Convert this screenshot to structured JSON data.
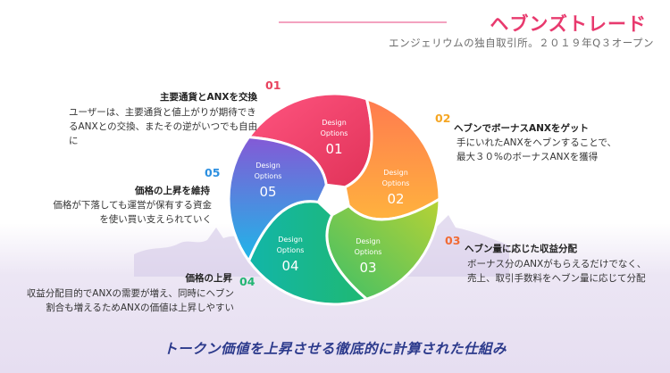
{
  "header": {
    "title": "ヘブンズトレード",
    "subtitle": "エンジェリウムの独自取引所。２０１９年Q３オープン"
  },
  "wheel": {
    "segments": [
      {
        "label": "Design",
        "label2": "Options",
        "number": "01",
        "color_start": "#f9497b",
        "color_end": "#e93d5f"
      },
      {
        "label": "Design",
        "label2": "Options",
        "number": "02",
        "color_start": "#ffb347",
        "color_end": "#ff7a3d"
      },
      {
        "label": "Design",
        "label2": "Options",
        "number": "03",
        "color_start": "#4cc770",
        "color_end": "#a3d23a"
      },
      {
        "label": "Design",
        "label2": "Options",
        "number": "04",
        "color_start": "#14b6a4",
        "color_end": "#13c56b"
      },
      {
        "label": "Design",
        "label2": "Options",
        "number": "05",
        "color_start": "#2aa3ee",
        "color_end": "#7b59d9"
      }
    ]
  },
  "steps": [
    {
      "number": "01",
      "title": "主要通貨とANXを交換",
      "desc": [
        "ユーザーは、主要通貨と値上がりが期待でき",
        "るANXとの交換、またその逆がいつでも自由",
        "に"
      ],
      "number_color": "#e8435f"
    },
    {
      "number": "02",
      "title": "ヘブンでボーナスANXをゲット",
      "desc": [
        "手にいれたANXをヘブンすることで、",
        "最大３０%のボーナスANXを獲得"
      ],
      "number_color": "#f5a623"
    },
    {
      "number": "03",
      "title": "ヘブン量に応じた収益分配",
      "desc": [
        "ボーナス分のANXがもらえるだけでなく、",
        "売上、取引手数料をヘブン量に応じて分配"
      ],
      "number_color": "#f16b34"
    },
    {
      "number": "04",
      "title": "価格の上昇",
      "desc": [
        "収益分配目的でANXの需要が増え、同時にヘブン",
        "割合も増えるためANXの価値は上昇しやすい"
      ],
      "number_color": "#22b573"
    },
    {
      "number": "05",
      "title": "価格の上昇を維持",
      "desc": [
        "価格が下落しても運営が保有する資金",
        "を使い買い支えられていく"
      ],
      "number_color": "#2b8fe0"
    }
  ],
  "footer": {
    "text": "トークン価値を上昇させる徹底的に計算された仕組み"
  }
}
